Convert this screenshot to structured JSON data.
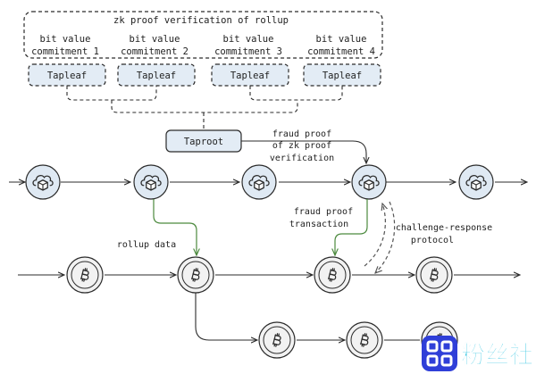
{
  "title": "zk proof verification of rollup",
  "commitments": [
    {
      "line1": "bit value",
      "line2": "commitment 1"
    },
    {
      "line1": "bit value",
      "line2": "commitment 2"
    },
    {
      "line1": "bit value",
      "line2": "commitment 3"
    },
    {
      "line1": "bit value",
      "line2": "commitment 4"
    }
  ],
  "tapleaf_label": "Tapleaf",
  "taproot_label": "Taproot",
  "fraud_proof_verification": [
    "fraud proof",
    "of zk proof",
    "verification"
  ],
  "fraud_proof_transaction": [
    "fraud proof",
    "transaction"
  ],
  "rollup_data": "rollup data",
  "challenge_response": [
    "challenge-response",
    "protocol"
  ],
  "watermark": "粉丝社区",
  "colors": {
    "ink": "#2b2b2b",
    "node_fill": "#dfe9f3",
    "box_fill": "#e3ecf5",
    "coin_fill": "#f2f2f2",
    "green": "#4c8a3e",
    "watermark_blue": "#2f3fd8",
    "watermark_cyan": "#39c7e3"
  },
  "icons": {
    "rollup_node": "cloud-cube-icon",
    "bitcoin_node": "bitcoin-icon"
  }
}
